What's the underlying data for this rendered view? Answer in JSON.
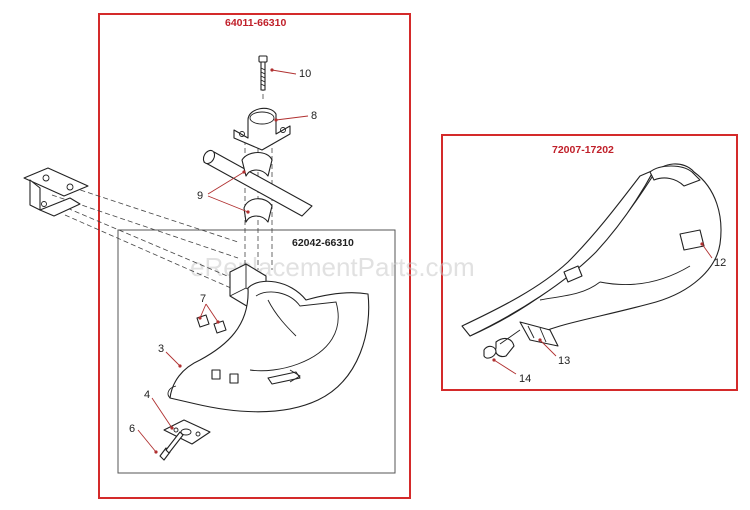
{
  "assemblies": {
    "main": {
      "part_number": "64011-66310"
    },
    "sub": {
      "part_number": "62042-66310"
    },
    "harness": {
      "part_number": "72007-17202"
    }
  },
  "callouts": {
    "c3": "3",
    "c4": "4",
    "c6": "6",
    "c7": "7",
    "c8": "8",
    "c9": "9",
    "c10": "10",
    "c12": "12",
    "c13": "13",
    "c14": "14"
  },
  "watermark": "eReplacementParts.com",
  "colors": {
    "frame": "#d42a2a",
    "inner_frame": "#555555",
    "callout_lead": "#b03030"
  }
}
